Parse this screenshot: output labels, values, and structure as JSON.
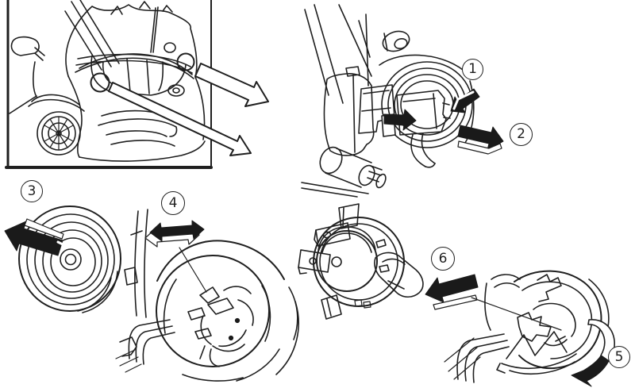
{
  "figure": {
    "steps": [
      {
        "label": "1"
      },
      {
        "label": "2"
      },
      {
        "label": "3"
      },
      {
        "label": "4"
      },
      {
        "label": "5"
      },
      {
        "label": "6"
      }
    ],
    "colors": {
      "ink": "#1f1f1f",
      "paper": "#ffffff",
      "arrow_fill": "#1a1a1a"
    }
  }
}
